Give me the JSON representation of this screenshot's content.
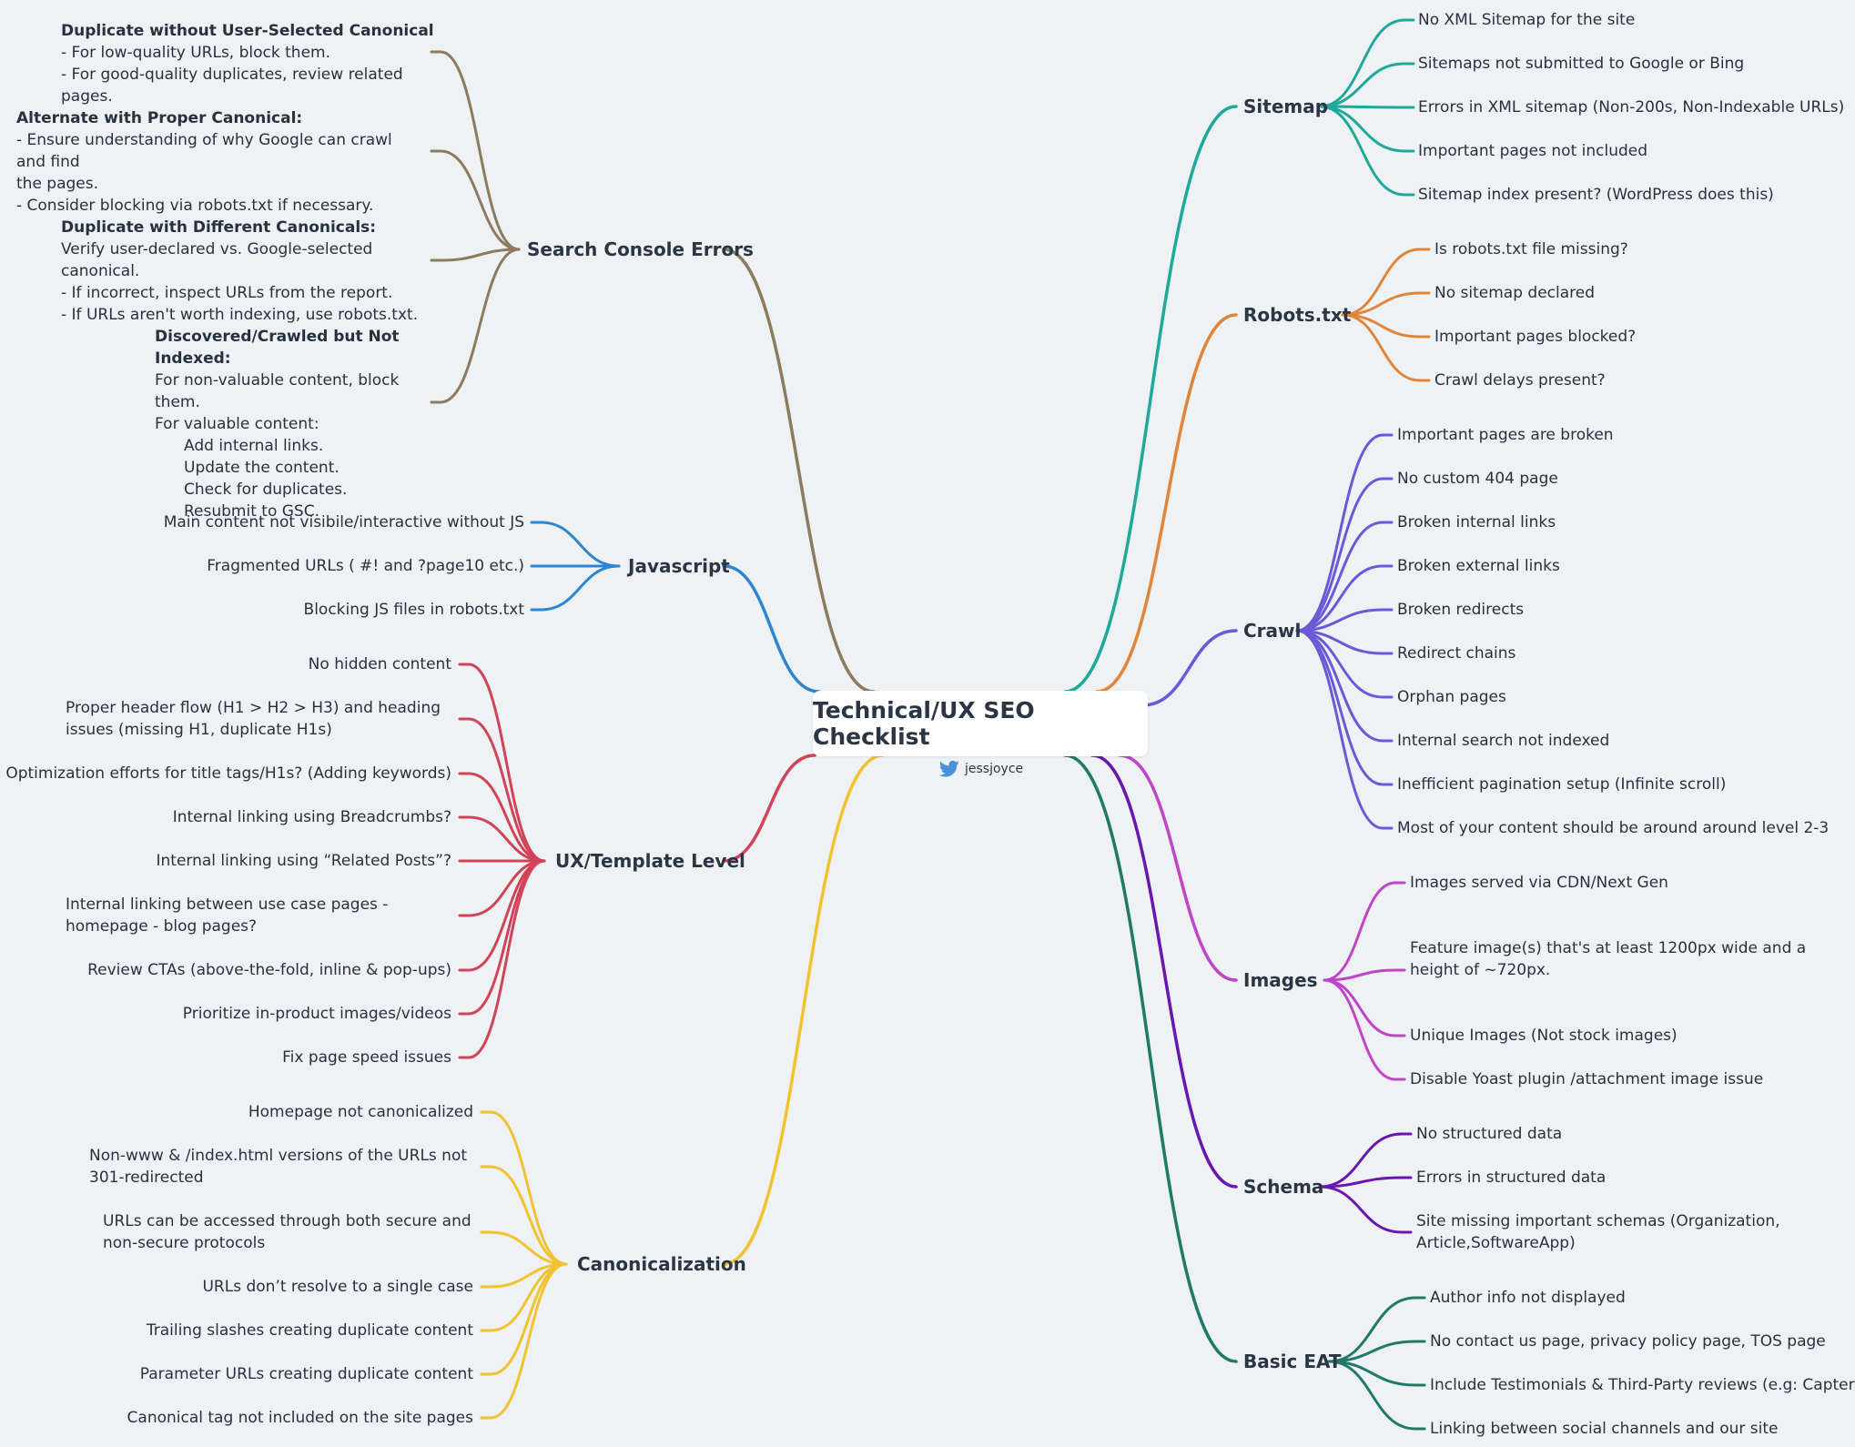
{
  "root": {
    "title": "Technical/UX SEO Checklist",
    "author": "jessjoyce",
    "icon": "twitter-bird-icon"
  },
  "colors": {
    "sitemap": "#1fa99a",
    "robots": "#e0853a",
    "crawl": "#6a5ad8",
    "images": "#c045c8",
    "schema": "#6a16b0",
    "eat": "#1f7a66",
    "search_console": "#8c7b5e",
    "javascript": "#2e86d2",
    "ux": "#d14457",
    "canonical": "#f2c230"
  },
  "branches": {
    "sitemap": {
      "label": "Sitemap",
      "items": [
        "No XML Sitemap for the site",
        "Sitemaps not submitted to Google or Bing",
        "Errors in XML sitemap (Non-200s, Non-Indexable URLs)",
        "Important pages not included",
        "Sitemap index present? (WordPress does this)"
      ]
    },
    "robots": {
      "label": "Robots.txt",
      "items": [
        "Is robots.txt file missing?",
        "No sitemap declared",
        "Important pages blocked?",
        "Crawl delays present?"
      ]
    },
    "crawl": {
      "label": "Crawl",
      "items": [
        "Important pages are broken",
        "No custom 404 page",
        "Broken internal links",
        "Broken external links",
        "Broken redirects",
        "Redirect chains",
        "Orphan pages",
        "Internal search not indexed",
        "Inefficient pagination setup (Infinite scroll)",
        "Most of your content should be around around level 2-3"
      ]
    },
    "images": {
      "label": "Images",
      "items": [
        "Images served via CDN/Next Gen",
        "Feature image(s) that's at least 1200px wide and a height of ~720px.",
        "Unique Images (Not stock images)",
        "Disable Yoast plugin /attachment image issue"
      ]
    },
    "schema": {
      "label": "Schema",
      "items": [
        "No structured data",
        "Errors in structured data",
        "Site missing important schemas (Organization, Article,SoftwareApp)"
      ]
    },
    "eat": {
      "label": "Basic EAT",
      "items": [
        "Author info not displayed",
        "No contact us page, privacy policy page, TOS page",
        "Include Testimonials & Third-Party reviews (e.g: Capterra)",
        "Linking between social channels and our site"
      ]
    },
    "search_console": {
      "label": "Search Console Errors",
      "items": [
        {
          "heading": "Duplicate without User-Selected Canonical",
          "lines": [
            "- For low-quality URLs, block them.",
            "- For good-quality duplicates, review related pages."
          ]
        },
        {
          "heading": "Alternate with Proper Canonical:",
          "lines": [
            "- Ensure understanding of why Google can crawl and find",
            "the pages.",
            "- Consider blocking via robots.txt if necessary."
          ]
        },
        {
          "heading": "Duplicate with Different Canonicals:",
          "lines": [
            "Verify user-declared vs. Google-selected canonical.",
            "- If incorrect, inspect URLs from the report.",
            "- If URLs aren't worth indexing, use robots.txt."
          ]
        },
        {
          "heading": "Discovered/Crawled but Not Indexed:",
          "lines": [
            "For non-valuable content, block them.",
            "For valuable content:",
            "Add internal links.",
            "Update the content.",
            "Check for duplicates.",
            "Resubmit to GSC."
          ]
        }
      ]
    },
    "javascript": {
      "label": "Javascript",
      "items": [
        "Main content not visibile/interactive without JS",
        "Fragmented URLs ( #! and ?page10 etc.)",
        "Blocking JS files in robots.txt"
      ]
    },
    "ux": {
      "label": "UX/Template Level",
      "items": [
        "No hidden content",
        "Proper header flow (H1 > H2 > H3) and heading issues (missing H1, duplicate H1s)",
        "Optimization efforts for title tags/H1s? (Adding keywords)",
        "Internal linking using Breadcrumbs?",
        "Internal linking using “Related Posts”?",
        "Internal linking between use case pages - homepage - blog pages?",
        "Review CTAs (above-the-fold, inline & pop-ups)",
        "Prioritize in-product images/videos",
        "Fix page speed issues"
      ]
    },
    "canonical": {
      "label": "Canonicalization",
      "items": [
        "Homepage not canonicalized",
        "Non-www & /index.html versions of the URLs not 301-redirected",
        "URLs can be accessed through both secure and non-secure protocols",
        "URLs don’t resolve to a single case",
        "Trailing slashes creating duplicate content",
        "Parameter URLs creating duplicate content",
        "Canonical tag not included on the site pages"
      ]
    }
  }
}
